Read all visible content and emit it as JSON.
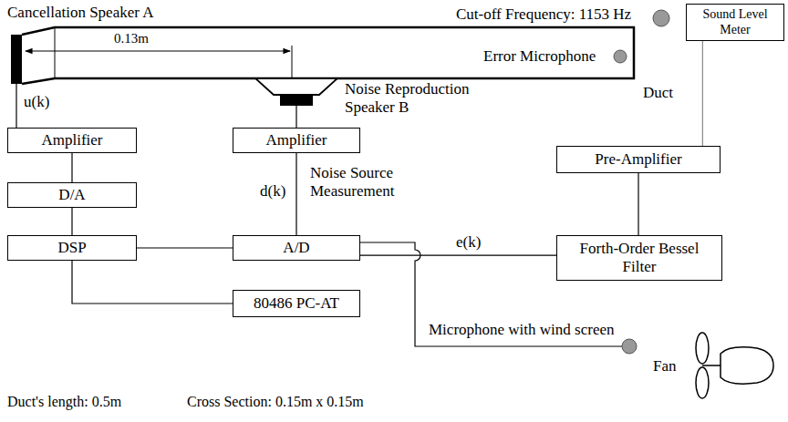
{
  "diagram": {
    "nodes": [
      {
        "text": [
          "Sound Level Meter"
        ]
      },
      {
        "text": [
          "Amplifier"
        ]
      },
      {
        "text": [
          "Amplifier"
        ]
      },
      {
        "text": [
          "Pre-Amplifier"
        ]
      },
      {
        "text": [
          "D/A"
        ]
      },
      {
        "text": [
          "DSP"
        ]
      },
      {
        "text": [
          "A/D"
        ]
      },
      {
        "text": [
          "Forth-Order Bessel Filter"
        ]
      },
      {
        "text": [
          "80486 PC-AT"
        ]
      }
    ],
    "edges": [
      {
        "from": 1,
        "to": 4,
        "arrow": "none"
      },
      {
        "from": 4,
        "to": 5,
        "arrow": "none"
      },
      {
        "from": 5,
        "to": 6,
        "arrow": "none"
      },
      {
        "from": 2,
        "to": 6,
        "arrow": "none"
      },
      {
        "from": 5,
        "to": 8,
        "arrow": "none"
      },
      {
        "from": 6,
        "to": 7,
        "arrow": "none"
      },
      {
        "from": 3,
        "to": 7,
        "arrow": "none"
      },
      {
        "from": 0,
        "to": 3,
        "arrow": "none"
      }
    ],
    "labels": [
      "Cancellation Speaker A",
      "Cut-off Frequency: 1153 Hz",
      "0.13m",
      "Error Microphone",
      "Noise Reproduction Speaker B",
      "Duct",
      "u(k)",
      "d(k)",
      "Noise Source Measurement",
      "e(k)",
      "Microphone with wind screen",
      "Fan",
      "Duct's length: 0.5m",
      "Cross Section: 0.15m x 0.15m"
    ]
  }
}
